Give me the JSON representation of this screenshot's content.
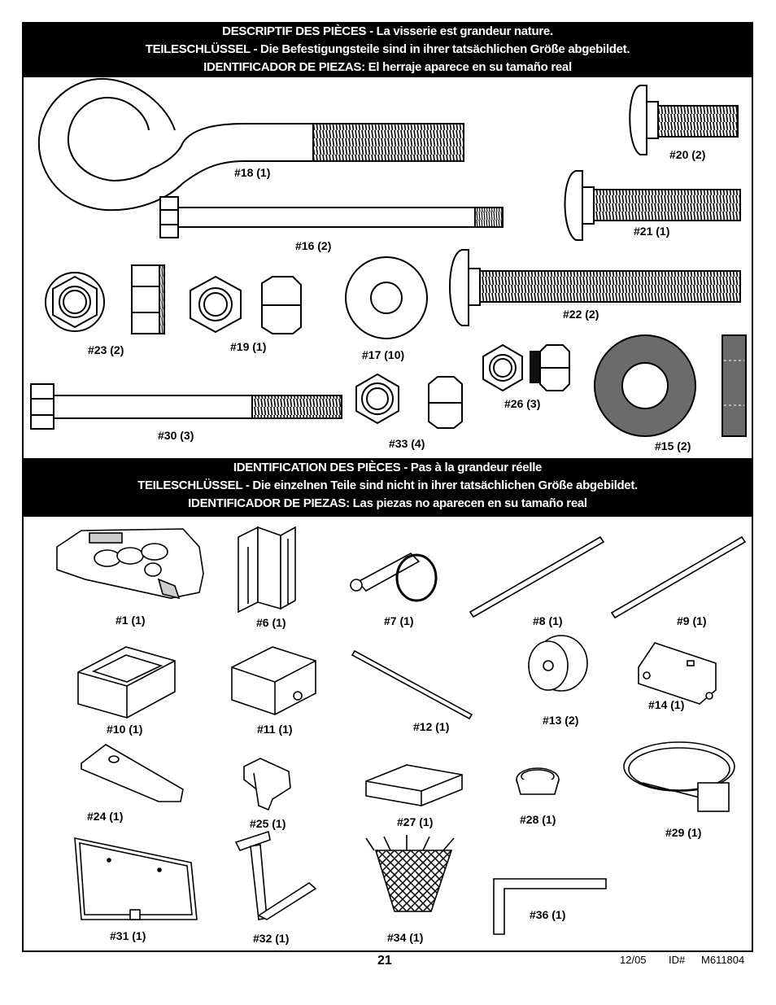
{
  "section1": {
    "lines": [
      "DESCRIPTIF DES PIÈCES - La visserie est grandeur nature.",
      "TEILESCHLÜSSEL - Die Befestigungsteile sind in ihrer tatsächlichen Größe abgebildet.",
      "IDENTIFICADOR DE PIEZAS: El herraje aparece en su tamaño real"
    ]
  },
  "section2": {
    "lines": [
      "IDENTIFICATION DES PIÈCES - Pas à la grandeur réelle",
      "TEILESCHLÜSSEL - Die einzelnen Teile sind nicht in ihrer tatsächlichen Größe abgebildet.",
      "IDENTIFICADOR DE PIEZAS: Las piezas no aparecen en su tamaño real"
    ]
  },
  "hardware": {
    "p18": "#18 (1)",
    "p20": "#20  (2)",
    "p21": "#21 (1)",
    "p16": "#16  (2)",
    "p22": "#22  (2)",
    "p23": "#23 (2)",
    "p19": "#19 (1)",
    "p17": "#17 (10)",
    "p26": "#26 (3)",
    "p30": "#30  (3)",
    "p33": "#33 (4)",
    "p15": "#15 (2)"
  },
  "parts": {
    "p1": "#1 (1)",
    "p6": "#6 (1)",
    "p7": "#7 (1)",
    "p8": "#8 (1)",
    "p9": "#9 (1)",
    "p10": "#10 (1)",
    "p11": "#11 (1)",
    "p12": "#12 (1)",
    "p13": "#13 (2)",
    "p14": "#14 (1)",
    "p24": "#24 (1)",
    "p25": "#25 (1)",
    "p27": "#27 (1)",
    "p28": "#28 (1)",
    "p29": "#29 (1)",
    "p31": "#31 (1)",
    "p32": "#32 (1)",
    "p34": "#34 (1)",
    "p36": "#36 (1)"
  },
  "footer": {
    "page_number": "21",
    "date": "12/05",
    "id_label": "ID#",
    "id_value": "M611804"
  }
}
